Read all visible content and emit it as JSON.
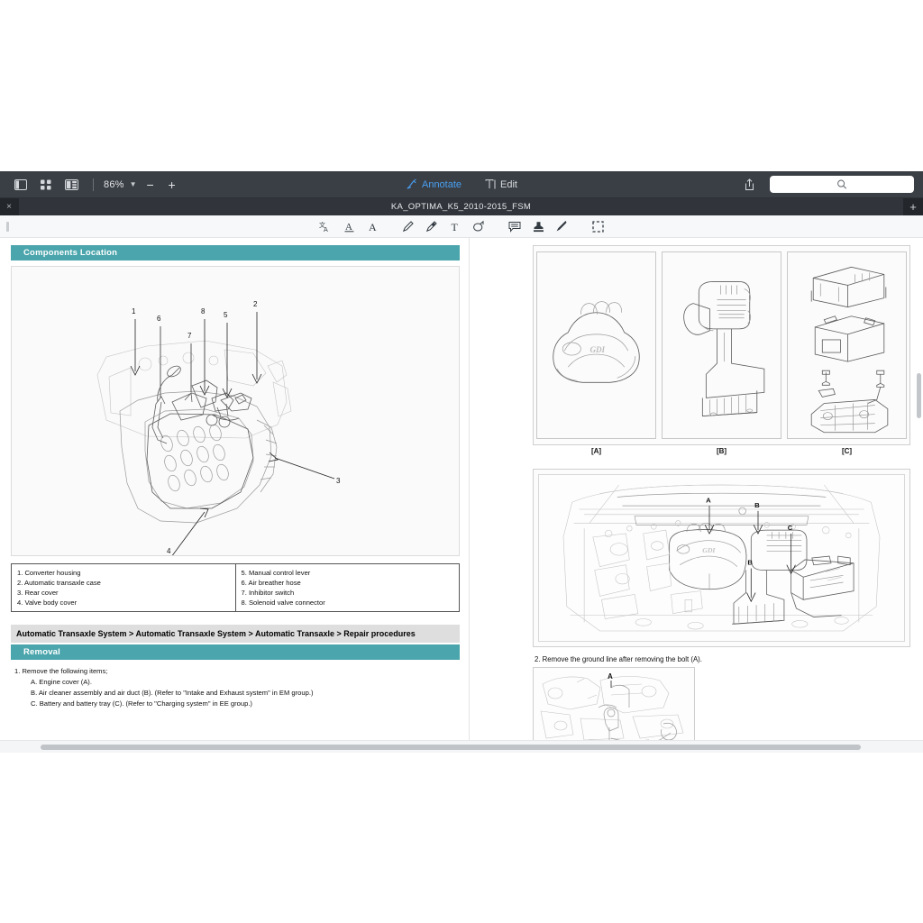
{
  "toolbar": {
    "view_single_icon": "sidebar-panel-icon",
    "view_grid_icon": "thumbnail-grid-icon",
    "view_split_icon": "split-view-icon",
    "zoom_level": "86%",
    "zoom_out_label": "−",
    "zoom_in_label": "+",
    "annotate_label": "Annotate",
    "edit_label": "Edit",
    "share_icon": "share-icon",
    "search_placeholder": "",
    "search_value": "",
    "search_icon": "search-icon"
  },
  "tabs": {
    "close_label": "×",
    "items": [
      {
        "title": "KA_OPTIMA_K5_2010-2015_FSM"
      }
    ],
    "add_label": "+"
  },
  "annotation_toolbar": {
    "icons": [
      "translate-icon",
      "text-style-icon",
      "font-size-icon",
      "pen-icon",
      "highlighter-icon",
      "text-box-icon",
      "shape-icon",
      "note-icon",
      "stamp-icon",
      "marker-icon",
      "select-area-icon"
    ]
  },
  "document": {
    "left_page": {
      "section_title": "Components Location",
      "figure_name": "automatic-transaxle-assembly-diagram",
      "callouts": [
        "1",
        "2",
        "3",
        "4",
        "5",
        "6",
        "7",
        "8"
      ],
      "legend": {
        "left_column": [
          "1. Converter housing",
          "2. Automatic transaxle case",
          "3. Rear cover",
          "4. Valve body cover"
        ],
        "right_column": [
          "5. Manual control lever",
          "6. Air breather hose",
          "7. Inhibitor switch",
          "8. Solenoid valve connector"
        ]
      },
      "breadcrumb": "Automatic Transaxle System > Automatic Transaxle System > Automatic Transaxle > Repair procedures",
      "subsection_title": "Removal",
      "steps": [
        {
          "level": 1,
          "text": "1. Remove the following items;"
        },
        {
          "level": 2,
          "text": "A. Engine cover (A)."
        },
        {
          "level": 2,
          "text": "B. Air cleaner assembly and air duct (B). (Refer to \"Intake and Exhaust system\" in EM group.)"
        },
        {
          "level": 2,
          "text": "C. Battery and battery tray (C). (Refer to \"Charging system\" in EE group.)"
        }
      ]
    },
    "right_page": {
      "part_figures": [
        {
          "label": "[A]",
          "name": "engine-cover-figure"
        },
        {
          "label": "[B]",
          "name": "air-cleaner-assembly-figure"
        },
        {
          "label": "[C]",
          "name": "battery-and-tray-figure"
        }
      ],
      "engine_bay_figure": {
        "name": "engine-bay-overview-figure",
        "callouts": [
          "A",
          "B",
          "B",
          "C"
        ]
      },
      "step_text": "2. Remove the ground line after removing the bolt (A).",
      "ground_line_figure": {
        "name": "ground-line-bolt-figure",
        "callouts": [
          "A"
        ]
      }
    }
  },
  "colors": {
    "accent_teal": "#4aa5ac",
    "toolbar_dark": "#3a3f45",
    "tab_dark": "#31353b",
    "link_blue": "#4a9ff0"
  }
}
